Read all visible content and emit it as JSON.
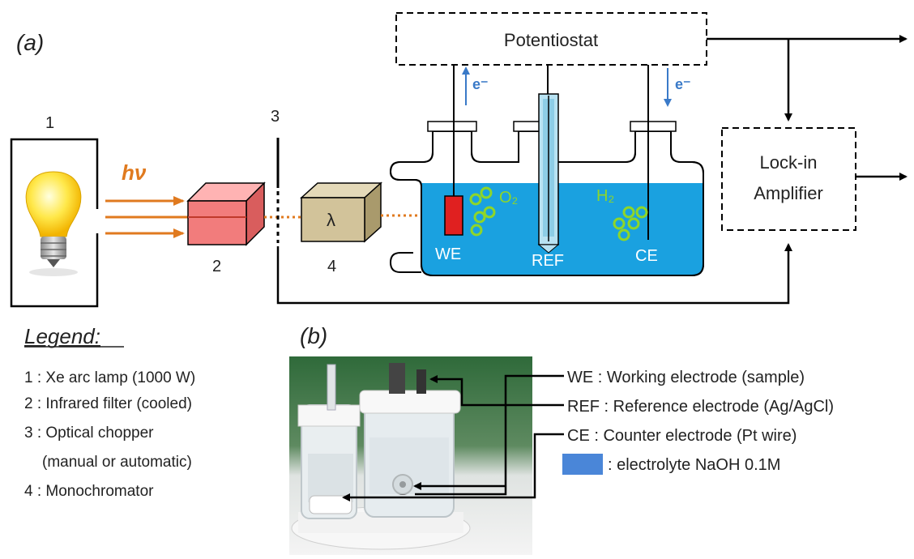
{
  "panel_a": {
    "label": "(a)",
    "component_numbers": [
      "1",
      "2",
      "3",
      "4"
    ],
    "hv_label": "hν",
    "monochromator_symbol": "λ",
    "potentiostat": "Potentiostat",
    "electron_label": "e⁻",
    "lockin_line1": "Lock-in",
    "lockin_line2": "Amplifier",
    "electrodes": {
      "we": "WE",
      "ref": "REF",
      "ce": "CE"
    },
    "gases": {
      "o2": "O₂",
      "h2": "H₂"
    },
    "colors": {
      "electrolyte": "#1aa1e0",
      "beam": "#e07a1f",
      "filter": "#f27c7c",
      "monochromator": "#d2c39a",
      "we_electrode": "#e02020",
      "bubbles": "#8ed629",
      "ref_tube": "#b8e2f2"
    }
  },
  "legend": {
    "title": "Legend:",
    "items": [
      "1 : Xe arc lamp (1000 W)",
      "2 : Infrared filter (cooled)",
      "3 : Optical chopper",
      "(manual or automatic)",
      "4 : Monochromator"
    ]
  },
  "panel_b": {
    "label": "(b)",
    "labels": [
      "WE : Working electrode (sample)",
      "REF : Reference electrode (Ag/AgCl)",
      "CE : Counter electrode (Pt wire)",
      ": electrolyte NaOH 0.1M"
    ],
    "colors": {
      "electrolyte_swatch": "#4a86d8"
    }
  }
}
